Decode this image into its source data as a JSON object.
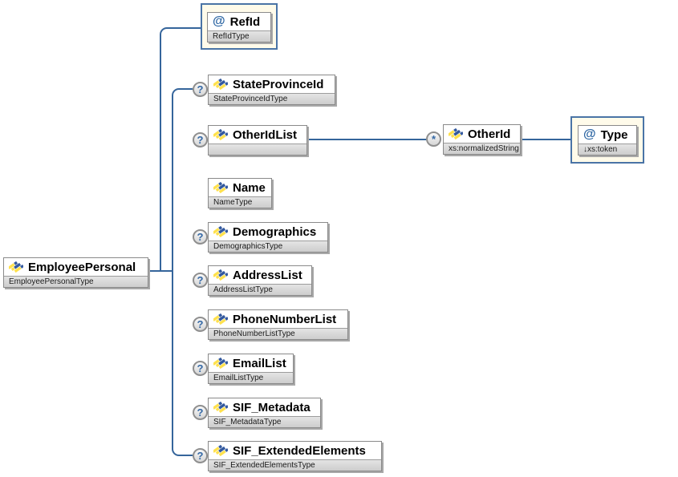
{
  "diagram": {
    "kind": "xml-schema-diagram",
    "root": "EmployeePersonal"
  },
  "indicators": {
    "attribute": "@",
    "optional": "?",
    "repeat": "*"
  },
  "colors": {
    "connector_line": "#35659b",
    "attribute_box_bg": "#fffbea",
    "attribute_box_border": "#4a74a6",
    "type_strip_bg": "#d6d6d6",
    "indicator_text": "#3468a5",
    "icon_yellow": "#ffe14d",
    "icon_blue": "#33599e"
  },
  "nodes": [
    {
      "name": "EmployeePersonal",
      "type": "EmployeePersonalType",
      "kind": "element",
      "occurrence": ""
    },
    {
      "name": "RefId",
      "type": "RefIdType",
      "kind": "attribute",
      "occurrence": ""
    },
    {
      "name": "StateProvinceId",
      "type": "StateProvinceIdType",
      "kind": "element",
      "occurrence": "?"
    },
    {
      "name": "OtherIdList",
      "type": "",
      "kind": "element",
      "occurrence": "?"
    },
    {
      "name": "OtherId",
      "type": "xs:normalizedString",
      "kind": "element",
      "occurrence": "*"
    },
    {
      "name": "Type",
      "type": "↓xs:token",
      "kind": "attribute",
      "occurrence": ""
    },
    {
      "name": "Name",
      "type": "NameType",
      "kind": "element",
      "occurrence": ""
    },
    {
      "name": "Demographics",
      "type": "DemographicsType",
      "kind": "element",
      "occurrence": "?"
    },
    {
      "name": "AddressList",
      "type": "AddressListType",
      "kind": "element",
      "occurrence": "?"
    },
    {
      "name": "PhoneNumberList",
      "type": "PhoneNumberListType",
      "kind": "element",
      "occurrence": "?"
    },
    {
      "name": "EmailList",
      "type": "EmailListType",
      "kind": "element",
      "occurrence": "?"
    },
    {
      "name": "SIF_Metadata",
      "type": "SIF_MetadataType",
      "kind": "element",
      "occurrence": "?"
    },
    {
      "name": "SIF_ExtendedElements",
      "type": "SIF_ExtendedElementsType",
      "kind": "element",
      "occurrence": "?"
    }
  ]
}
